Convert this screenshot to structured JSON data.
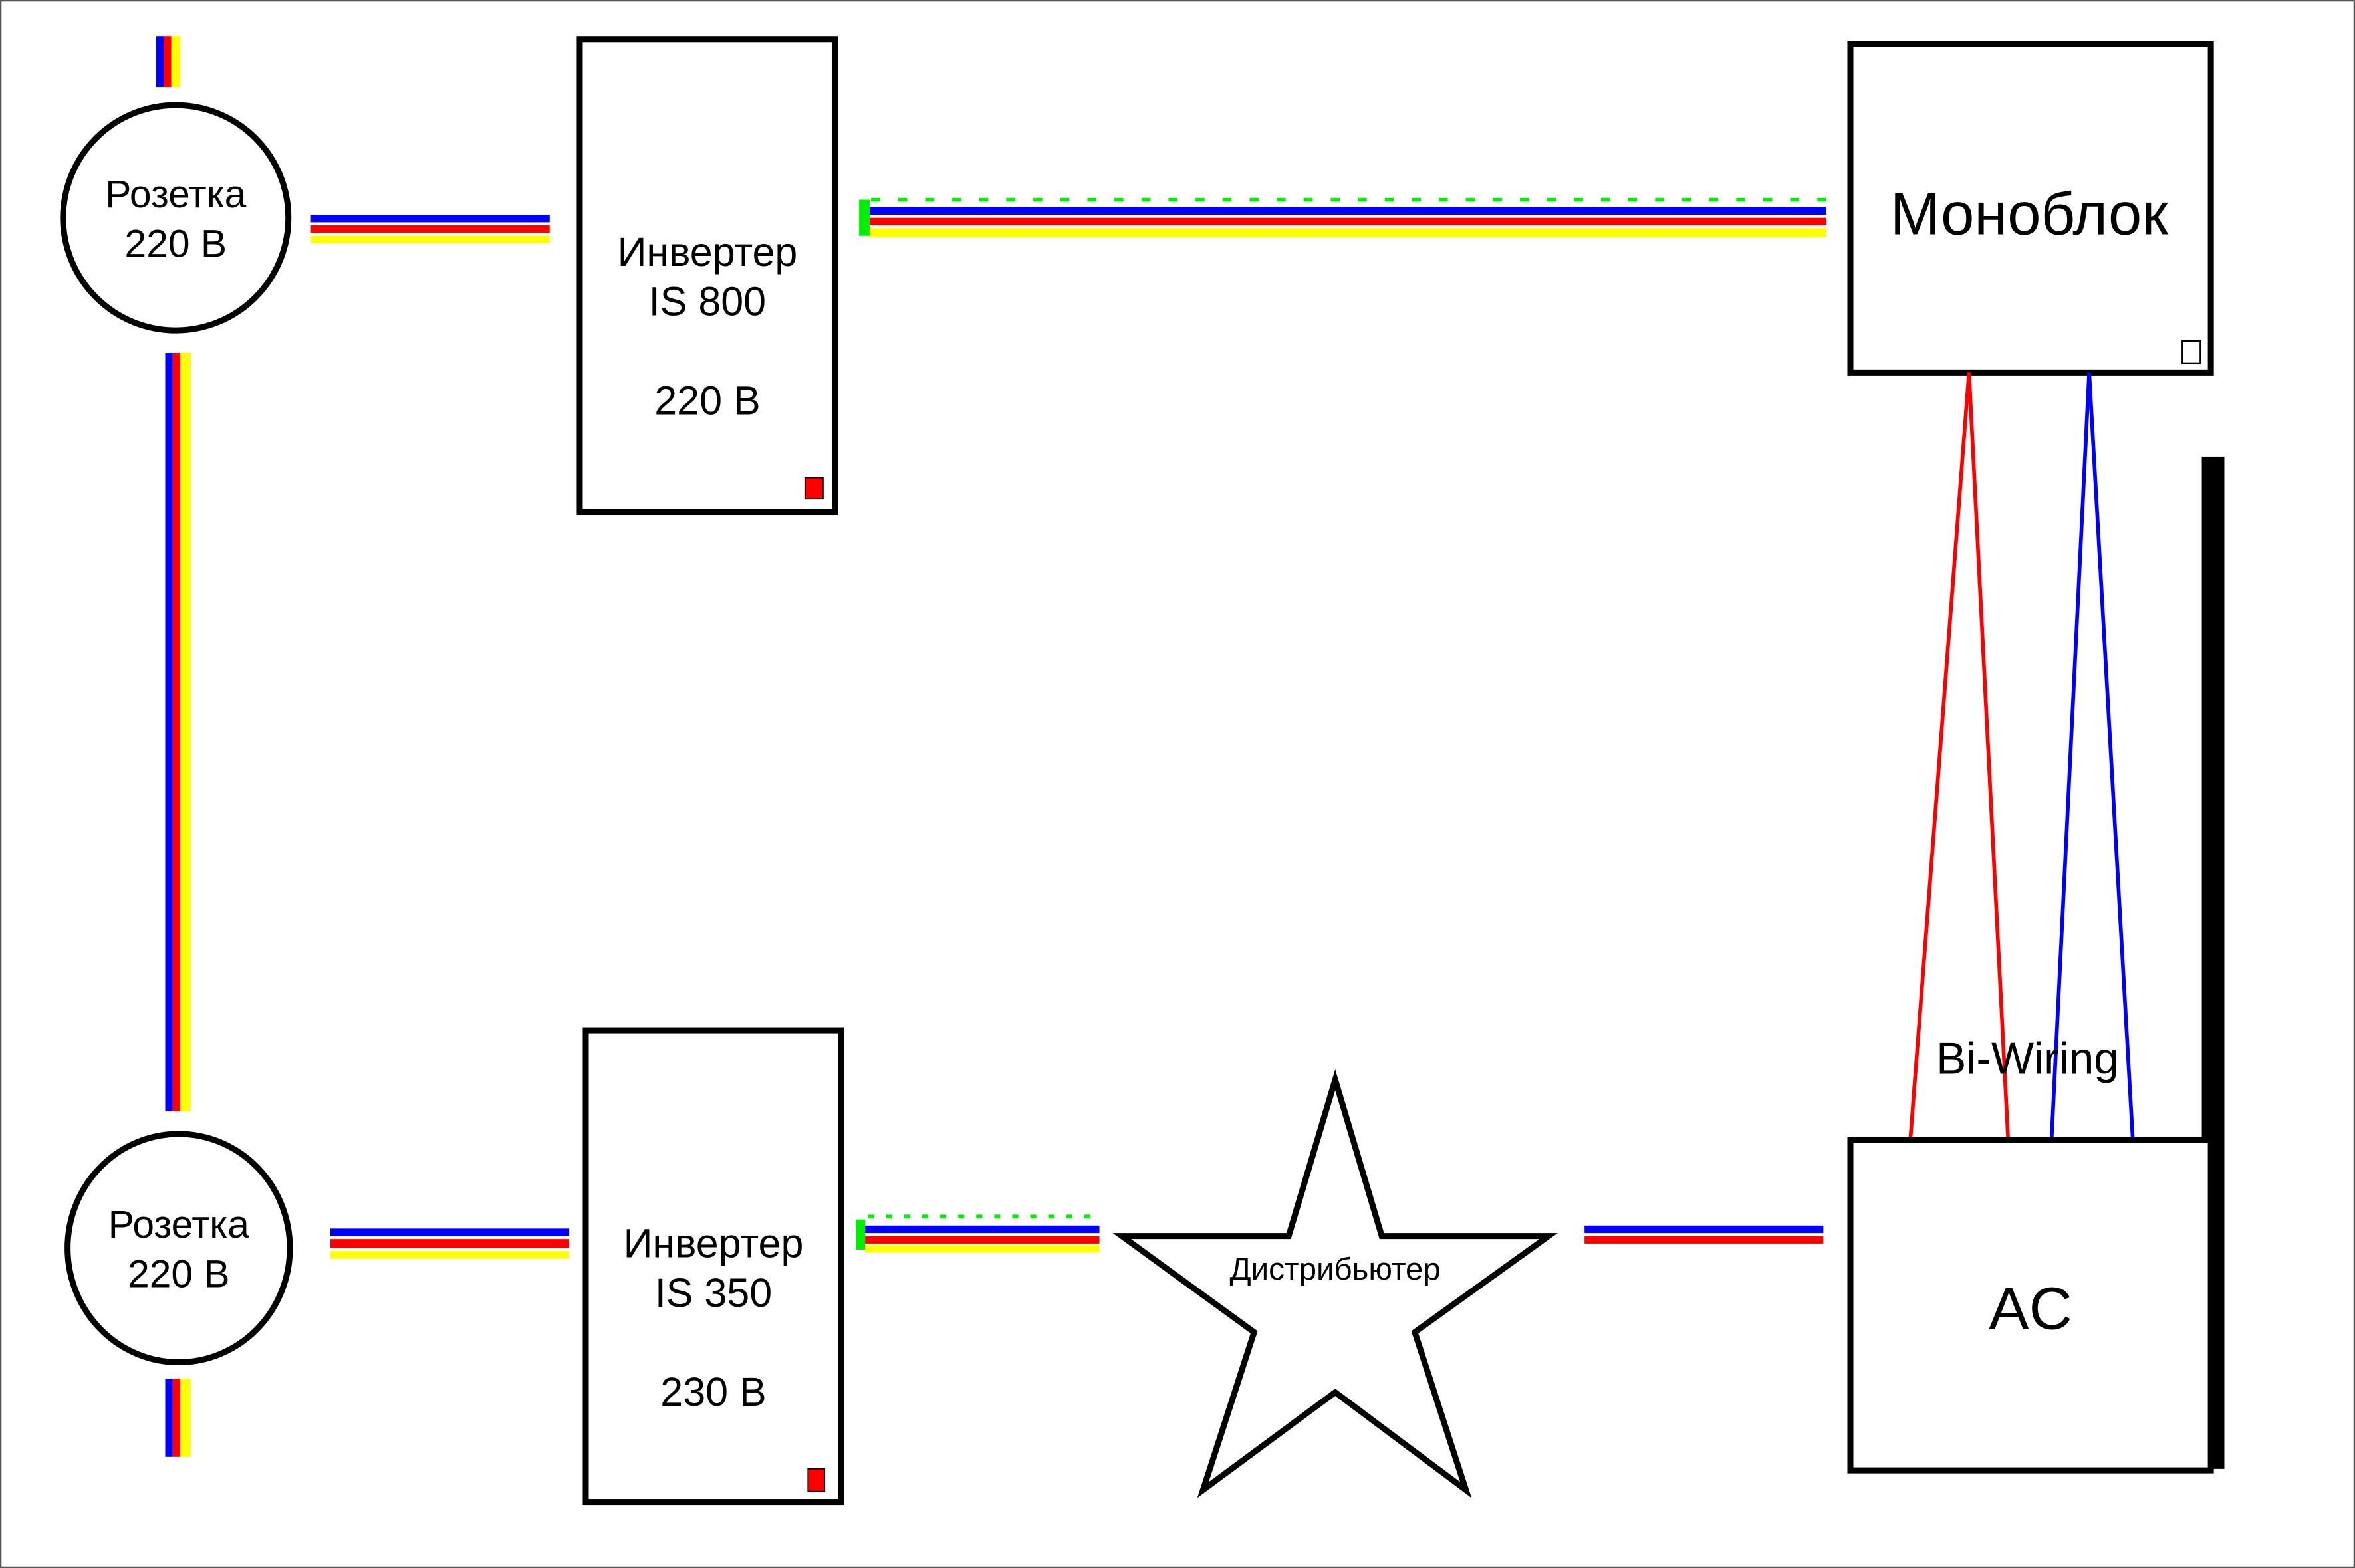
{
  "colors": {
    "wire_blue": "#0000ff",
    "wire_red": "#ff0000",
    "wire_yellow": "#ffff00",
    "wire_green": "#00ee00",
    "outline": "#000000",
    "indicator_red": "#ff0000"
  },
  "nodes": {
    "socket_top": {
      "line1": "Розетка",
      "line2": "220 В"
    },
    "socket_bottom": {
      "line1": "Розетка",
      "line2": "220 В"
    },
    "inverter_800": {
      "line1": "Инвертер",
      "line2": "IS 800",
      "line3": "220 В"
    },
    "inverter_350": {
      "line1": "Инвертер",
      "line2": "IS 350",
      "line3": "230 В"
    },
    "monoblock": {
      "label": "Моноблок"
    },
    "distributor": {
      "label": "Дистрибьютер"
    },
    "ac": {
      "label": "AC"
    }
  },
  "annotations": {
    "biwiring": "Bi-Wiring"
  }
}
